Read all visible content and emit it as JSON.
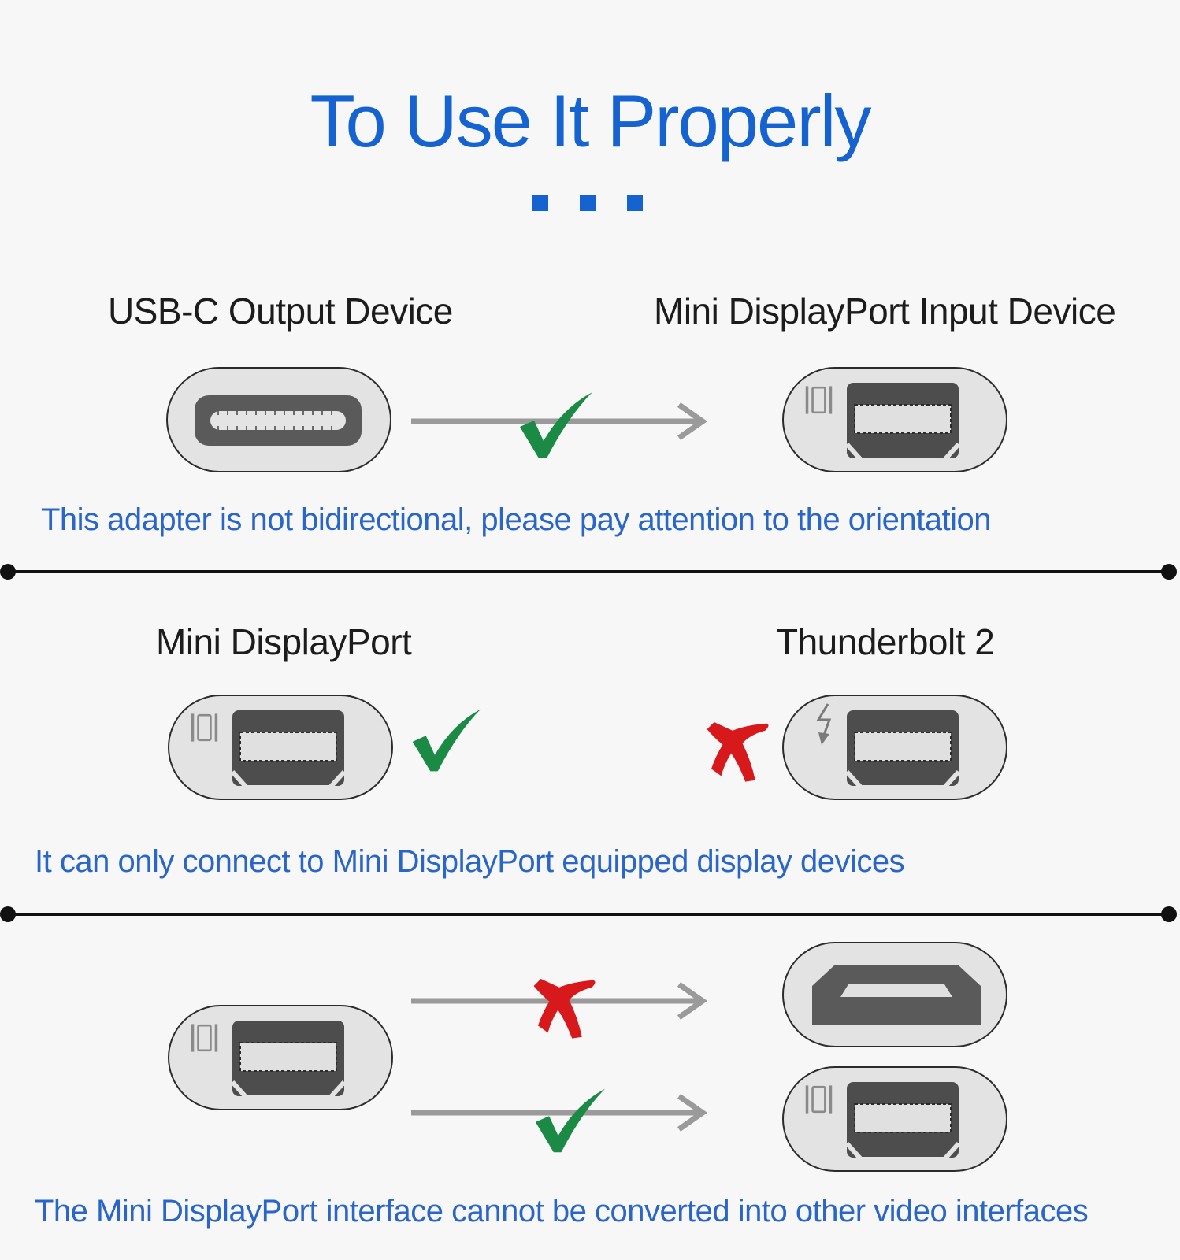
{
  "header": {
    "title": "To Use It Properly",
    "dots": 3,
    "accent_color": "#1463d1"
  },
  "sections": [
    {
      "devices": [
        {
          "label": "USB-C Output Device",
          "icon": "usb-c-port-icon"
        },
        {
          "label": "Mini DisplayPort Input Device",
          "icon": "mini-displayport-port-icon"
        }
      ],
      "connection": {
        "arrow": "arrow-right-icon",
        "status": "check-icon"
      },
      "note": "This adapter is not bidirectional, please pay attention to the orientation"
    },
    {
      "devices": [
        {
          "label": "Mini DisplayPort",
          "icon": "mini-displayport-port-icon",
          "status": "check-icon"
        },
        {
          "label": "Thunderbolt 2",
          "icon": "thunderbolt-port-icon",
          "status": "cross-icon"
        }
      ],
      "note": "It can only connect to Mini DisplayPort equipped display devices"
    },
    {
      "source": {
        "icon": "mini-displayport-port-icon"
      },
      "targets": [
        {
          "icon": "hdmi-port-icon",
          "status": "cross-icon"
        },
        {
          "icon": "mini-displayport-port-icon",
          "status": "check-icon"
        }
      ],
      "note": "The Mini DisplayPort interface cannot be converted into other video interfaces"
    }
  ],
  "colors": {
    "check": "#1a8a45",
    "cross": "#d8191c",
    "note_text": "#2a66c8"
  }
}
